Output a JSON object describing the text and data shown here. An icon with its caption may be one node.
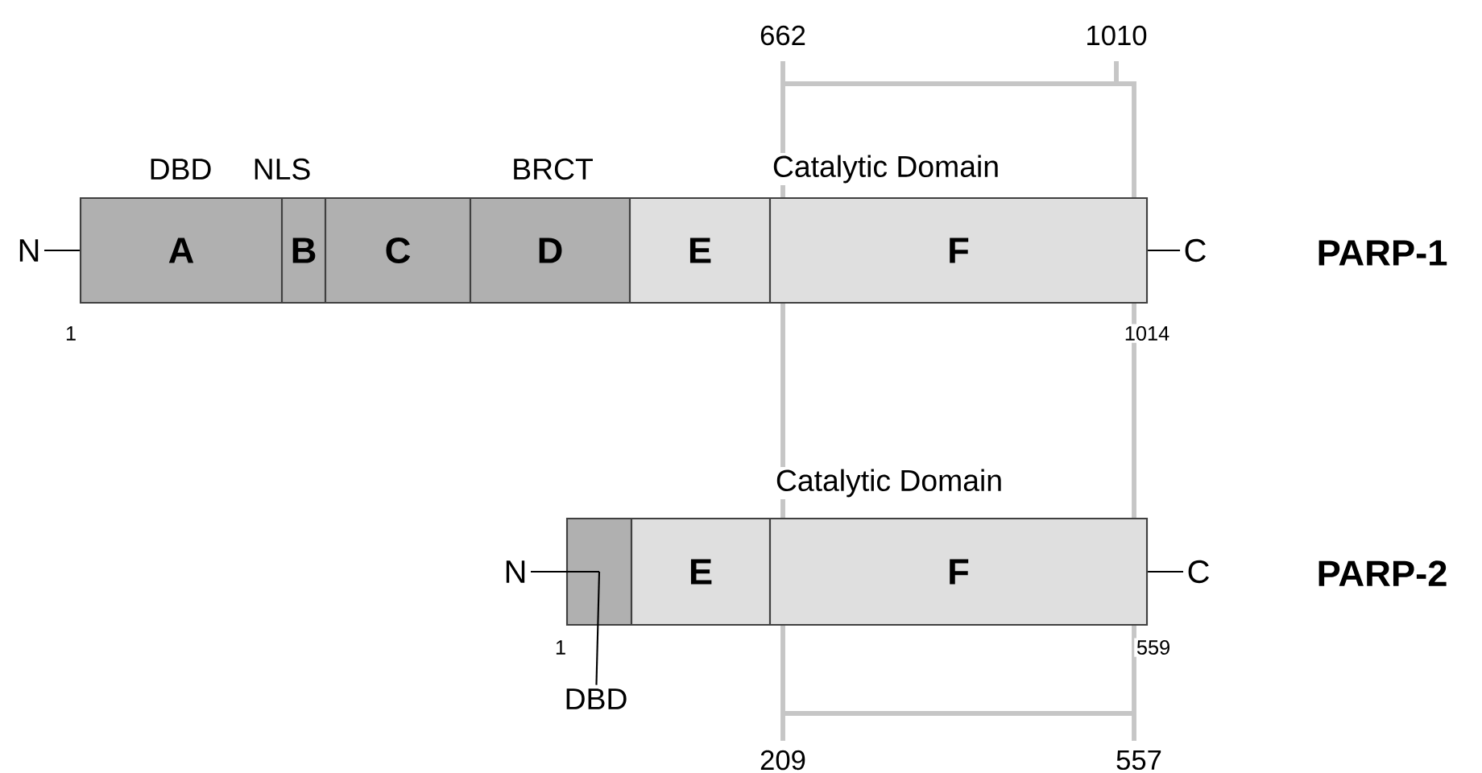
{
  "diagram": {
    "nodes": [
      {
        "text": [
          "N"
        ]
      },
      {
        "text": [
          "A"
        ]
      },
      {
        "text": [
          "B"
        ]
      },
      {
        "text": [
          "C"
        ]
      },
      {
        "text": [
          "D"
        ]
      },
      {
        "text": [
          "E"
        ]
      },
      {
        "text": [
          "F"
        ]
      },
      {
        "text": [
          "C"
        ]
      },
      {
        "text": [
          "N"
        ]
      },
      {
        "text": [],
        "shape": "box"
      },
      {
        "text": [
          "E"
        ]
      },
      {
        "text": [
          "F"
        ]
      },
      {
        "text": [
          "C"
        ]
      },
      {
        "text": [
          "DBD"
        ]
      }
    ],
    "edges": [
      {
        "from": 0,
        "to": 1,
        "arrow": "none"
      },
      {
        "from": 6,
        "to": 7,
        "arrow": "none"
      },
      {
        "from": 8,
        "to": 9,
        "arrow": "none"
      },
      {
        "from": 11,
        "to": 12,
        "arrow": "none"
      },
      {
        "from": 13,
        "to": 9,
        "arrow": "none"
      }
    ],
    "labels": [
      "662",
      "1010",
      "DBD",
      "NLS",
      "BRCT",
      "Catalytic Domain",
      "PARP-1",
      "1",
      "1014",
      "Catalytic Domain",
      "PARP-2",
      "1",
      "559",
      "209",
      "557"
    ]
  }
}
